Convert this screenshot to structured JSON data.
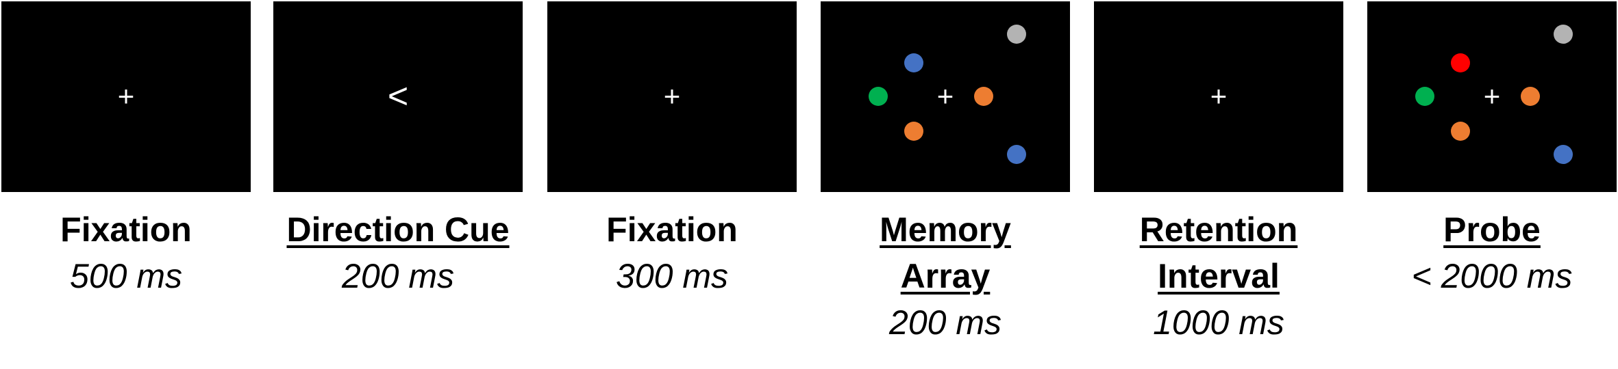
{
  "colors": {
    "background": "#ffffff",
    "screen": "#000000",
    "fixation": "#ffffff",
    "gray": "#b3b3b3",
    "blue": "#4472c4",
    "green": "#00b050",
    "orange": "#ed7d31",
    "red": "#ff0000"
  },
  "fixation_symbol": "+",
  "cue_symbol": "<",
  "stages": [
    {
      "title": "Fixation",
      "duration": "500 ms"
    },
    {
      "title": "Direction Cue",
      "duration": "200 ms"
    },
    {
      "title": "Fixation",
      "duration": "300 ms"
    },
    {
      "title_line1": "Memory",
      "title_line2": "Array",
      "duration": "200 ms"
    },
    {
      "title_line1": "Retention",
      "title_line2": "Interval",
      "duration": "1000 ms"
    },
    {
      "title": "Probe",
      "duration": "< 2000 ms"
    }
  ],
  "memory_array_items": [
    "blue",
    "green",
    "orange",
    "orange",
    "gray",
    "blue"
  ],
  "probe_items": [
    "red",
    "green",
    "orange",
    "orange",
    "gray",
    "blue"
  ]
}
